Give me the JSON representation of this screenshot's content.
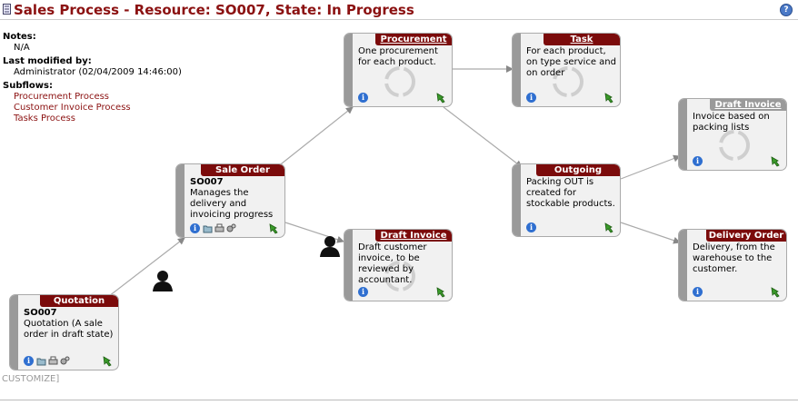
{
  "title": "Sales Process - Resource: SO007, State: In Progress",
  "help_label": "?",
  "info": {
    "notes_label": "Notes:",
    "notes_value": "N/A",
    "modified_label": "Last modified by:",
    "modified_value": "Administrator (02/04/2009 14:46:00)",
    "subflows_label": "Subflows:",
    "subflows": [
      "Procurement Process",
      "Customer Invoice Process",
      "Tasks Process"
    ]
  },
  "customize_label": "CUSTOMIZE]",
  "nodes": {
    "quotation": {
      "title": "Quotation",
      "resource": "SO007",
      "text": "Quotation (A sale order in draft state)"
    },
    "sale_order": {
      "title": "Sale Order",
      "resource": "SO007",
      "text": "Manages the delivery and invoicing progress"
    },
    "procurement": {
      "title": "Procurement",
      "text": "One procurement for each product."
    },
    "task": {
      "title": "Task",
      "text": "For each product, on type service and on order"
    },
    "draft_invoice_1": {
      "title": "Draft Invoice",
      "text": "Draft customer invoice, to be reviewed by accountant."
    },
    "outgoing": {
      "title": "Outgoing",
      "text": "Packing OUT is created for stockable products."
    },
    "draft_invoice_2": {
      "title": "Draft Invoice",
      "text": "Invoice based on packing lists"
    },
    "delivery_order": {
      "title": "Delivery Order",
      "text": "Delivery, from the warehouse to the customer."
    }
  },
  "icons": {
    "info": "info-icon",
    "go": "green-arrow-icon",
    "loop": "cycle-icon",
    "user": "user-icon"
  },
  "colors": {
    "accent": "#7b0b0b",
    "title": "#8b1111",
    "link": "#8b1111"
  }
}
